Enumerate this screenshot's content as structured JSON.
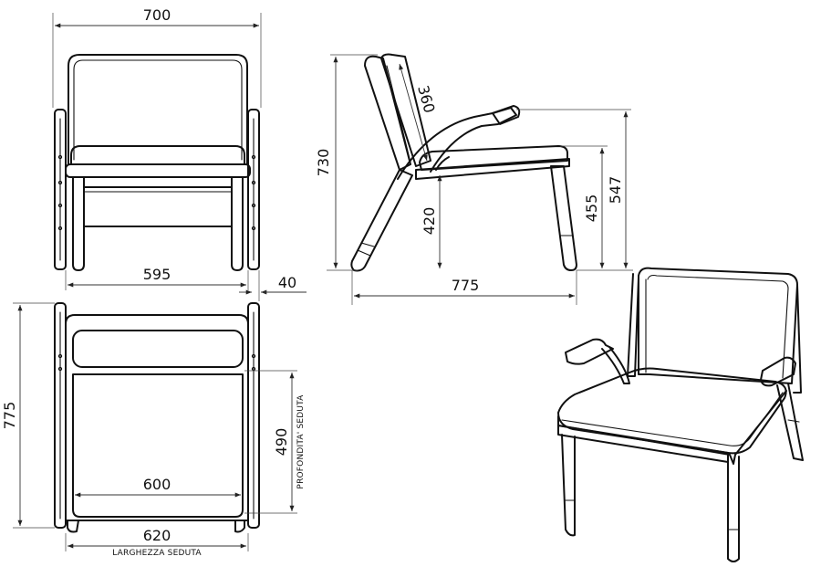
{
  "dimensions": {
    "front_width": "700",
    "front_inner_width": "595",
    "armrest_offset": "40",
    "side_height": "730",
    "back_length": "360",
    "seat_height": "420",
    "seat_top_height": "455",
    "arm_height": "547",
    "side_depth": "775",
    "top_depth": "775",
    "seat_depth": "490",
    "seat_depth_label": "PROFONDITA' SEDUTA",
    "seat_width": "600",
    "overall_width": "620",
    "seat_width_label": "LARGHEZZA SEDUTA"
  }
}
